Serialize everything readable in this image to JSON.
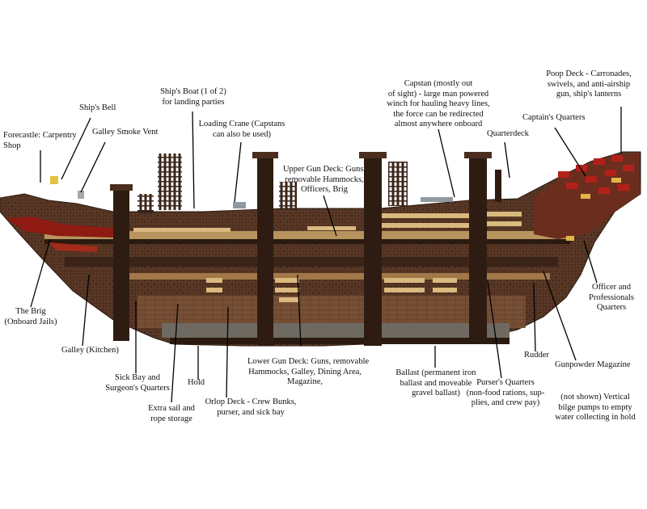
{
  "labels": {
    "poop_deck": "Poop Deck - Carronades,\nswivels, and anti-airship\ngun, ship's lanterns",
    "capstan": "Capstan (mostly out\nof sight) - large man powered\nwinch for hauling heavy lines,\nthe force can be redirected\nalmost anywhere onboard",
    "ships_boat": "Ship's Boat (1 of 2)\nfor landing parties",
    "ships_bell": "Ship's Bell",
    "captains_quarters": "Captain's Quarters",
    "loading_crane": "Loading Crane (Capstans\ncan also be used)",
    "forecastle": "Forecastle: Carpentry\nShop",
    "galley_vent": "Galley Smoke Vent",
    "quarterdeck": "Quarterdeck",
    "upper_gun_deck": "Upper Gun Deck: Guns,\nremovable Hammocks,\nOfficers, Brig",
    "the_brig": "The Brig\n(Onboard Jails)",
    "officer_quarters": "Officer and\nProfessionals\nQuarters",
    "galley": "Galley (Kitchen)",
    "rudder": "Rudder",
    "lower_gun_deck": "Lower Gun Deck: Guns, removable\nHammocks, Galley, Dining Area,\nMagazine,",
    "ballast": "Ballast (permanent iron\nballast and moveable\ngravel ballast)",
    "gunpowder": "Gunpowder Magazine",
    "sick_bay": "Sick Bay and\nSurgeon's Quarters",
    "hold": "Hold",
    "pursers": "Purser's Quarters\n(non-food rations, sup-\nplies, and crew pay)",
    "extra_sail": "Extra sail and\nrope storage",
    "orlop": "Orlop Deck - Crew Bunks,\npurser, and sick bay",
    "bilge": "(not shown) Vertical\nbilge pumps to empty\nwater collecting in hold"
  },
  "colors": {
    "hull_dark": "#3a2418",
    "hull_mid": "#5a3826",
    "plank": "#7a5236",
    "deck_light": "#c9a46a",
    "red_trim": "#8e1a12",
    "mast": "#2e1c12",
    "leader": "#000000"
  }
}
